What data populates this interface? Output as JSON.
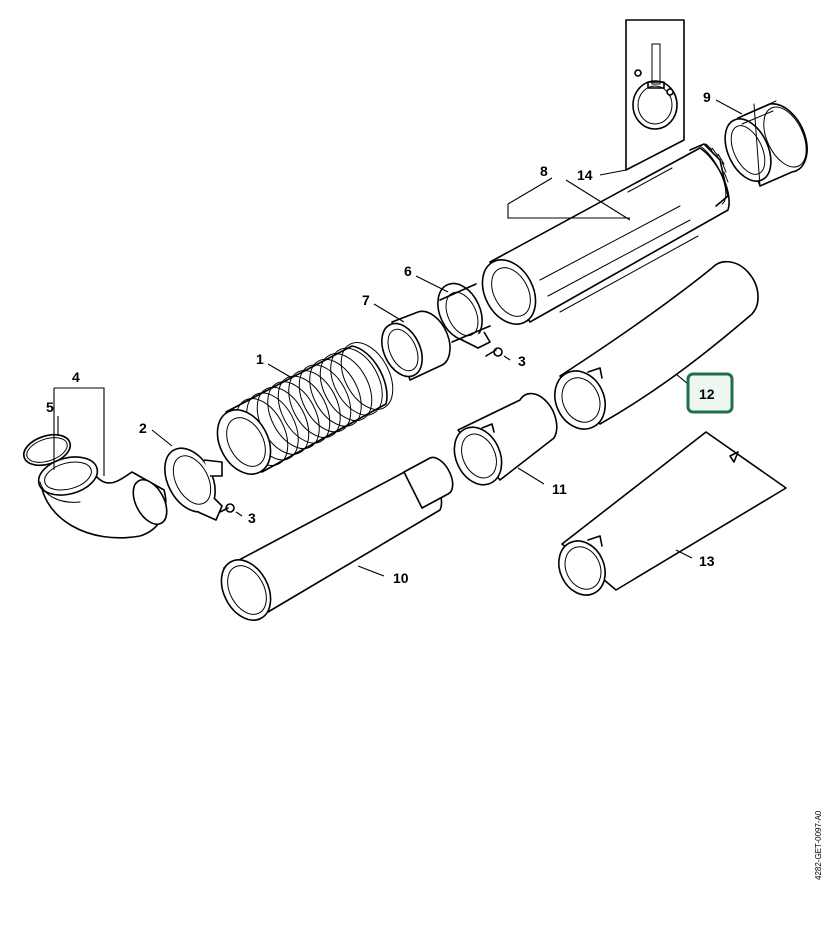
{
  "callouts": {
    "c1": "1",
    "c2": "2",
    "c3a": "3",
    "c3b": "3",
    "c4": "4",
    "c5": "5",
    "c6": "6",
    "c7": "7",
    "c8": "8",
    "c9": "9",
    "c10": "10",
    "c11": "11",
    "c12": "12",
    "c13": "13",
    "c14": "14"
  },
  "highlighted_part": "12",
  "highlight_color": "#1e6f4a",
  "drawing_code": "4282-GET-0097-A0"
}
